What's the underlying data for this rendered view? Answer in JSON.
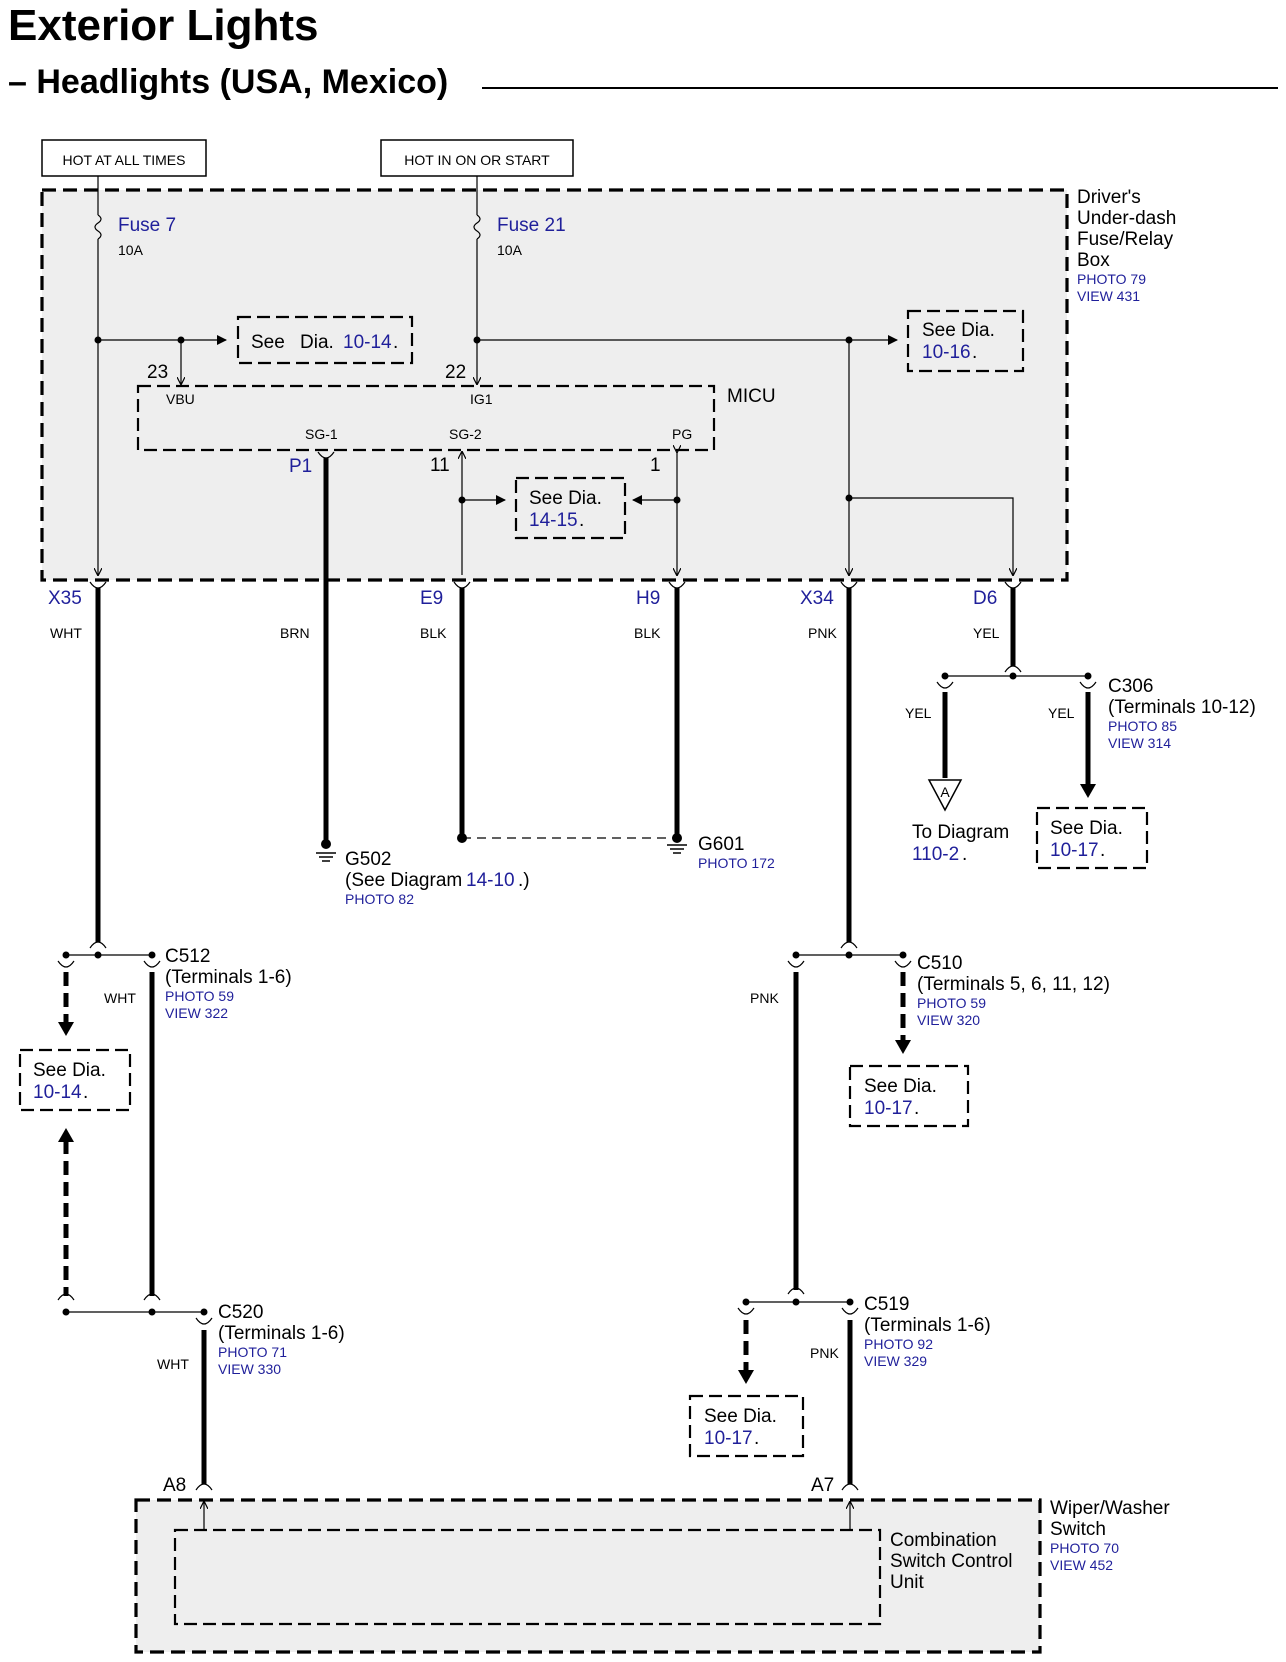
{
  "page": {
    "title": "Exterior Lights",
    "subtitle": "– Headlights (USA, Mexico)"
  },
  "power": {
    "hot_at_all_times": "HOT AT ALL TIMES",
    "hot_in_on_or_start": "HOT IN ON OR START"
  },
  "fusebox": {
    "name": [
      "Driver's",
      "Under-dash",
      "Fuse/Relay",
      "Box"
    ],
    "photo": "PHOTO 79",
    "view": "VIEW 431",
    "fuse7": {
      "name": "Fuse 7",
      "rating": "10A"
    },
    "fuse21": {
      "name": "Fuse 21",
      "rating": "10A"
    },
    "micu": {
      "name": "MICU",
      "vbu": "VBU",
      "vbu_pin": "23",
      "ig1": "IG1",
      "ig1_pin": "22",
      "sg1": "SG-1",
      "sg1_pin": "P1",
      "sg2": "SG-2",
      "sg2_pin": "11",
      "pg": "PG",
      "pg_pin": "1"
    },
    "see_dia_a": {
      "text": "See",
      "dia": "Dia.",
      "ref": "10-14",
      "dot": "."
    },
    "see_dia_b": {
      "text": "See Dia.",
      "ref": "10-16",
      "dot": "."
    },
    "see_dia_c": {
      "text": "See Dia.",
      "ref": "14-15",
      "dot": "."
    }
  },
  "terminals": {
    "x35": "X35",
    "e9": "E9",
    "h9": "H9",
    "x34": "X34",
    "d6": "D6",
    "a8": "A8",
    "a7": "A7"
  },
  "wires": {
    "wht1": "WHT",
    "brn": "BRN",
    "blk1": "BLK",
    "blk2": "BLK",
    "pnk1": "PNK",
    "yel1": "YEL",
    "yel2": "YEL",
    "yel3": "YEL",
    "wht2": "WHT",
    "wht3": "WHT",
    "pnk2": "PNK",
    "pnk3": "PNK"
  },
  "grounds": {
    "g502": {
      "name": "G502",
      "note_pre": "(See Diagram ",
      "note_ref": "14-10",
      "note_post": ".)",
      "photo": "PHOTO 82"
    },
    "g601": {
      "name": "G601",
      "photo": "PHOTO 172"
    }
  },
  "connectors": {
    "c306": {
      "name": "C306",
      "terms": "(Terminals 10-12)",
      "photo": "PHOTO 85",
      "view": "VIEW 314"
    },
    "c512": {
      "name": "C512",
      "terms": "(Terminals 1-6)",
      "photo": "PHOTO 59",
      "view": "VIEW 322"
    },
    "c510": {
      "name": "C510",
      "terms": "(Terminals 5, 6, 11, 12)",
      "photo": "PHOTO 59",
      "view": "VIEW 320"
    },
    "c520": {
      "name": "C520",
      "terms": "(Terminals 1-6)",
      "photo": "PHOTO 71",
      "view": "VIEW 330"
    },
    "c519": {
      "name": "C519",
      "terms": "(Terminals 1-6)",
      "photo": "PHOTO 92",
      "view": "VIEW 329"
    }
  },
  "refs": {
    "to_diagram": {
      "text": "To Diagram",
      "ref": "110-2",
      "dot": ".",
      "letter": "A"
    },
    "see_1017_a": {
      "text": "See Dia.",
      "ref": "10-17",
      "dot": "."
    },
    "see_1014_b": {
      "text": "See Dia.",
      "ref": "10-14",
      "dot": "."
    },
    "see_1017_b": {
      "text": "See Dia.",
      "ref": "10-17",
      "dot": "."
    },
    "see_1017_c": {
      "text": "See Dia.",
      "ref": "10-17",
      "dot": "."
    }
  },
  "switch": {
    "name": [
      "Wiper/Washer",
      "Switch"
    ],
    "photo": "PHOTO 70",
    "view": "VIEW 452",
    "unit": [
      "Combination",
      "Switch Control",
      "Unit"
    ]
  }
}
